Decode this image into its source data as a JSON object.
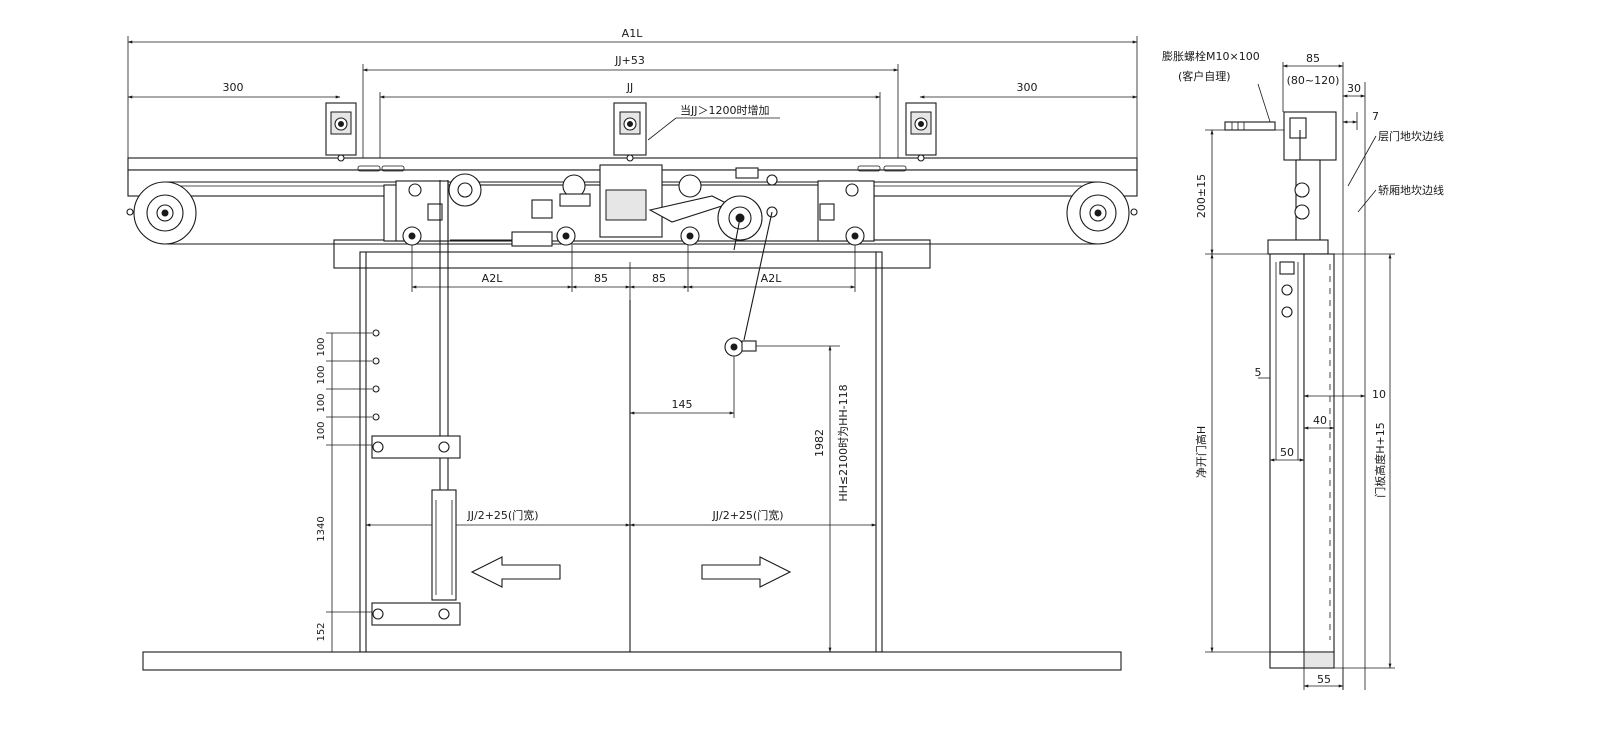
{
  "front_view": {
    "dims": {
      "total_width": "A1L",
      "guide_rail": "JJ+53",
      "clear_opening": "JJ",
      "left_extension": "300",
      "right_extension": "300",
      "left_panel_travel": "A2L",
      "right_panel_travel": "A2L",
      "left_center_offset": "85",
      "right_center_offset": "85",
      "pulley_offset": "145",
      "left_panel_width": "JJ/2+25(门宽)",
      "right_panel_width": "JJ/2+25(门宽)",
      "vertical_height_main": "HH≤2100时为HH-118",
      "vertical_height_alt": "1982",
      "spacing_1": "100",
      "spacing_2": "100",
      "spacing_3": "100",
      "spacing_4": "100",
      "spacing_5": "1340",
      "spacing_6": "152"
    },
    "notes": {
      "center_bracket": "当JJ＞1200时增加"
    }
  },
  "side_view": {
    "dims": {
      "top_width": "85",
      "top_range": "(80~120)",
      "offset_30": "30",
      "offset_7": "7",
      "height_200": "200±15",
      "gap_5": "5",
      "gap_10": "10",
      "gap_40": "40",
      "gap_50": "50",
      "bottom_width": "55",
      "clear_height": "净开门高H",
      "panel_height": "门板高度H+15"
    },
    "notes": {
      "bolt": "膨胀螺栓M10×100",
      "bolt_sub": "(客户自理)",
      "landing_sill_line": "层门地坎边线",
      "car_sill_line": "轿厢地坎边线"
    }
  }
}
